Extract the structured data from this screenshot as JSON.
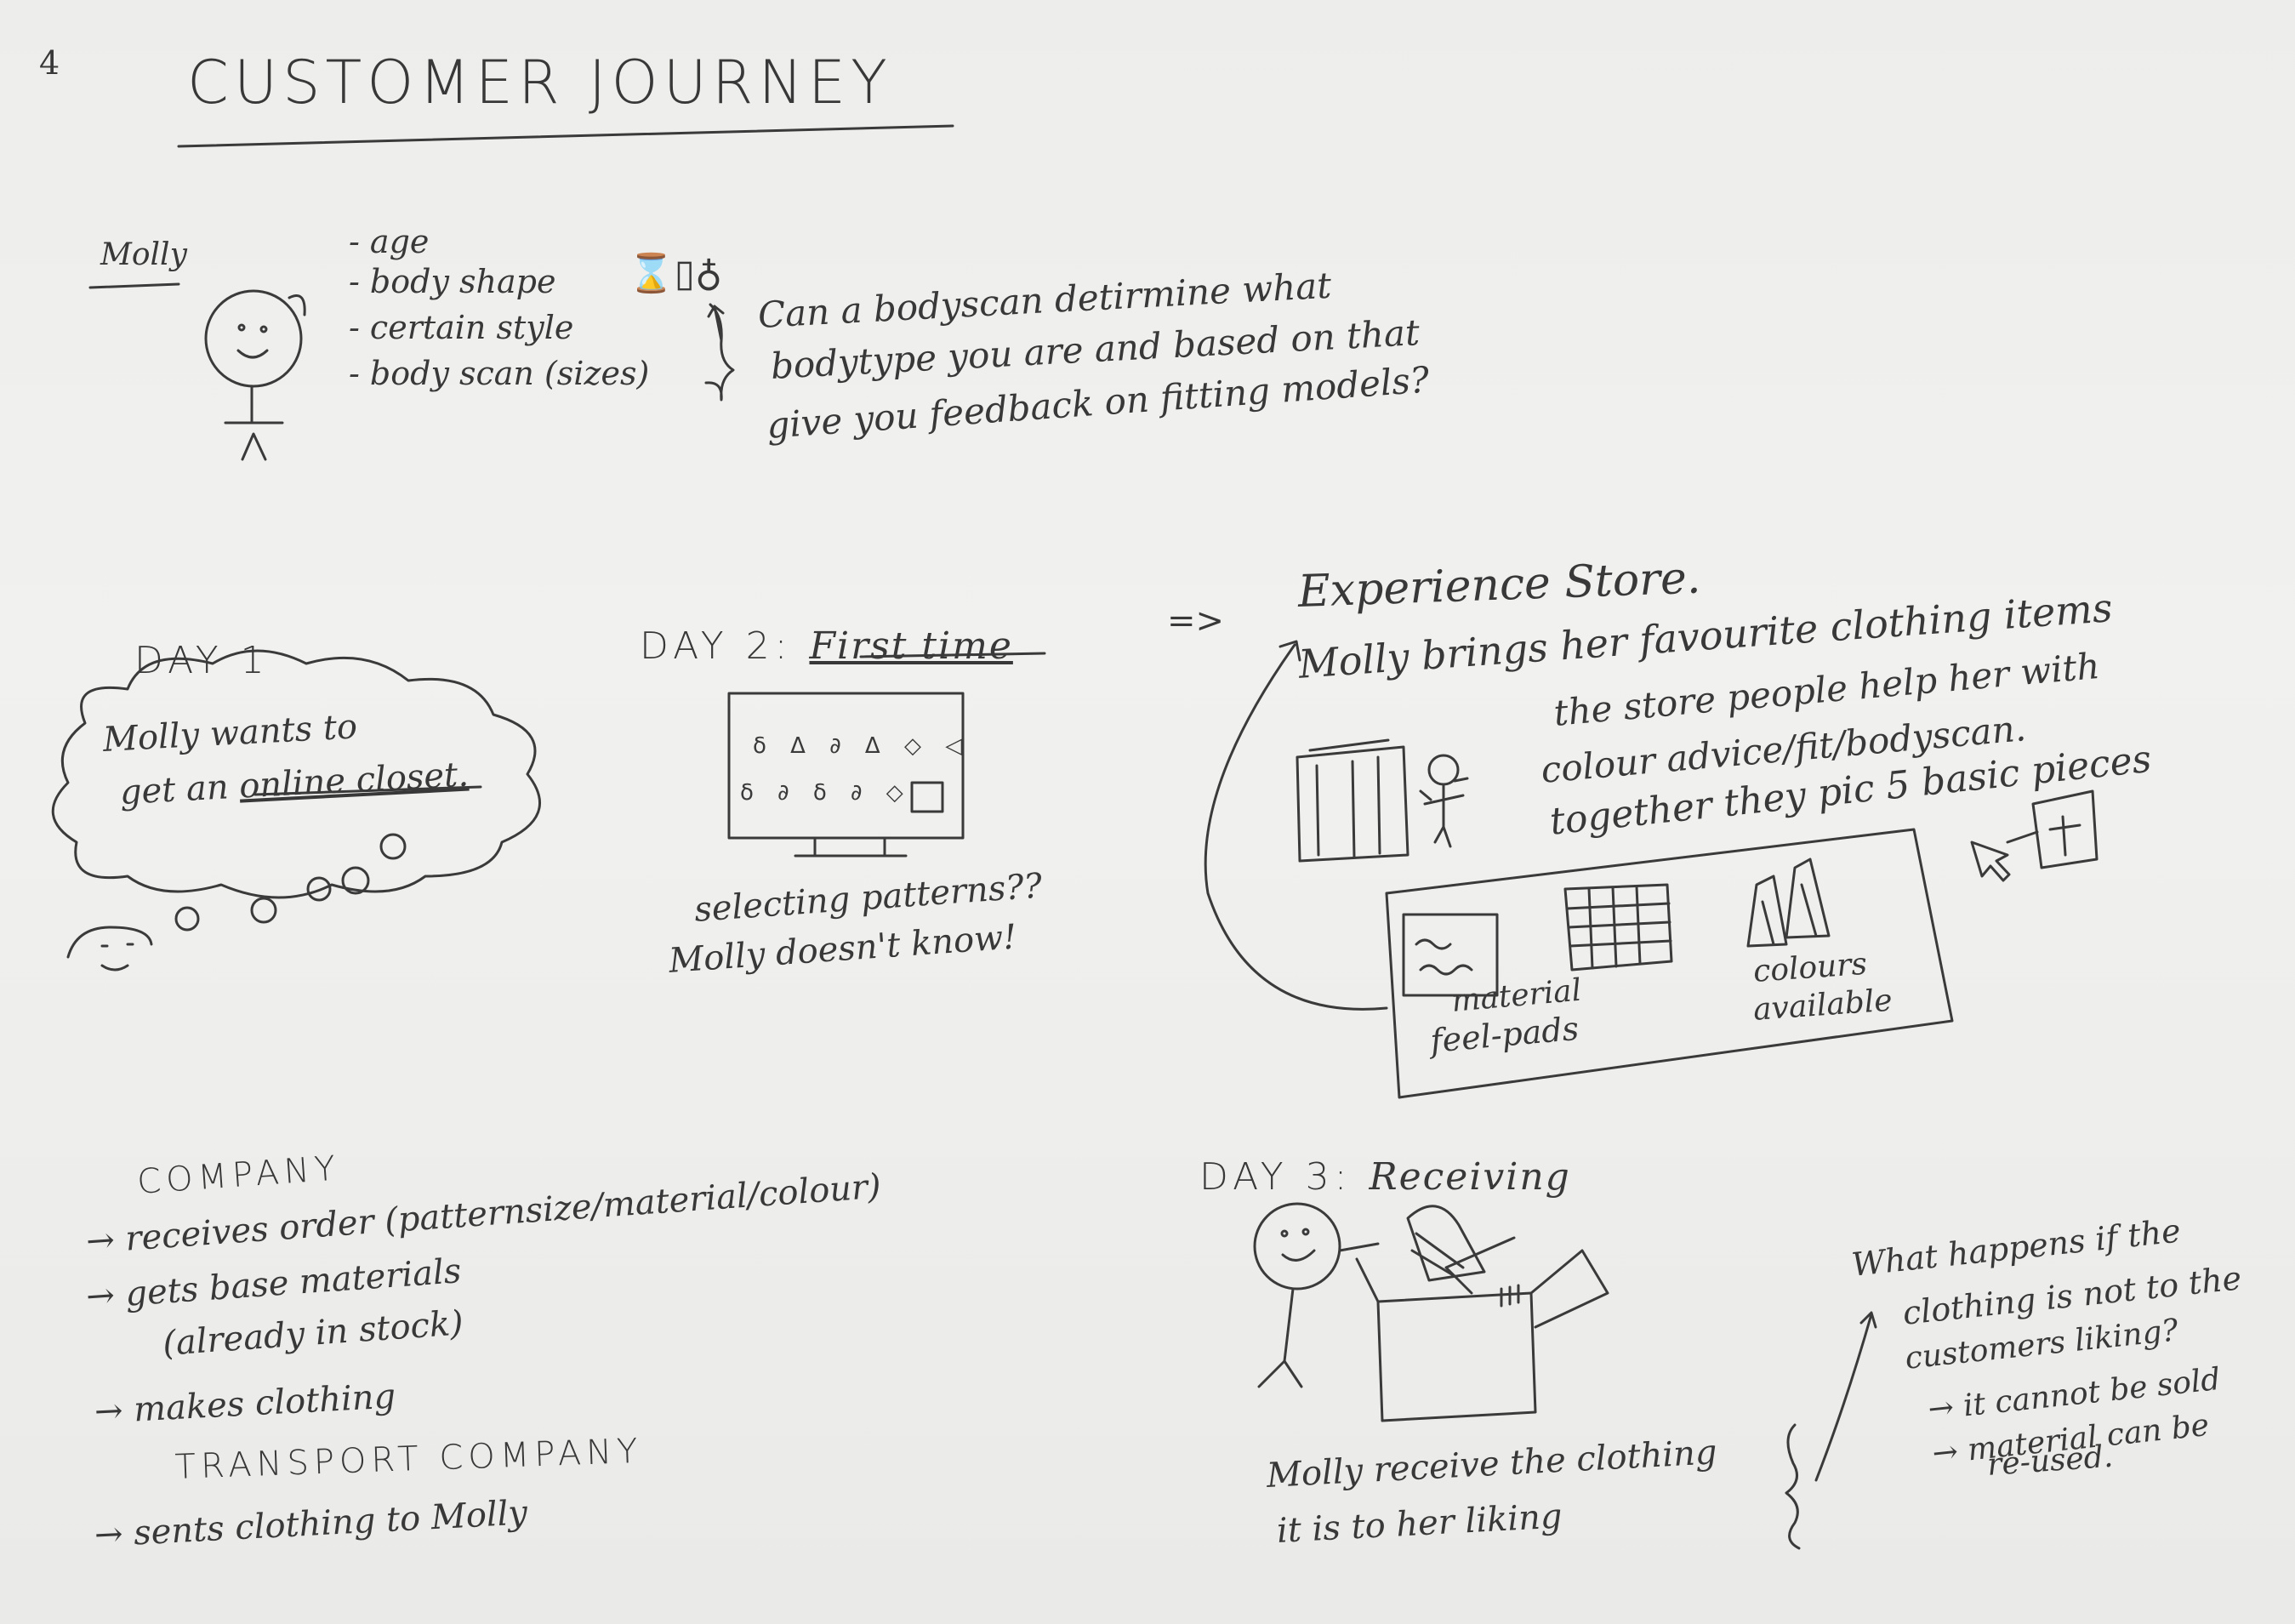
{
  "page_number": "4",
  "title": "CUSTOMER JOURNEY",
  "persona": {
    "name": "Molly",
    "attributes": [
      "- age",
      "- body shape",
      "- certain style",
      "- body scan (sizes)"
    ],
    "shape_symbols": "⌛▯♁",
    "question": [
      "Can a bodyscan detirmine what",
      "bodytype you are and based on that",
      "give you feedback on fitting models?"
    ]
  },
  "day1": {
    "heading": "DAY 1",
    "thought_line1": "Molly wants to",
    "thought_line2_prefix": "get an",
    "thought_link": "online closet."
  },
  "day2": {
    "heading_prefix": "DAY 2:",
    "heading_link": "First time",
    "caption": [
      "selecting patterns??",
      "Molly doesn't know!"
    ]
  },
  "arrow_symbol": "=>",
  "store": {
    "title": "Experience Store.",
    "lines": [
      "Molly brings her favourite clothing items",
      "the store people help her with",
      "colour advice/fit/bodyscan.",
      "together they pic 5 basic pieces"
    ],
    "material_label": [
      "material",
      "feel-pads"
    ],
    "colours_label": [
      "colours",
      "available"
    ]
  },
  "company": {
    "heading": "COMPANY",
    "steps": [
      "→ receives order   (patternsize/material/colour)",
      "→ gets  base materials",
      "(already in stock)",
      "→ makes  clothing"
    ],
    "transport_heading": "TRANSPORT COMPANY",
    "transport_step": "→ sents clothing to Molly"
  },
  "day3": {
    "heading_prefix": "DAY 3:",
    "heading_link": "Receiving",
    "caption": [
      "Molly receive the clothing",
      "it is to her liking"
    ]
  },
  "what_if": {
    "lines": [
      "What happens if the",
      "clothing is not to the",
      "customers liking?",
      "→ it cannot be sold",
      "→ material can be",
      "re-used."
    ]
  }
}
